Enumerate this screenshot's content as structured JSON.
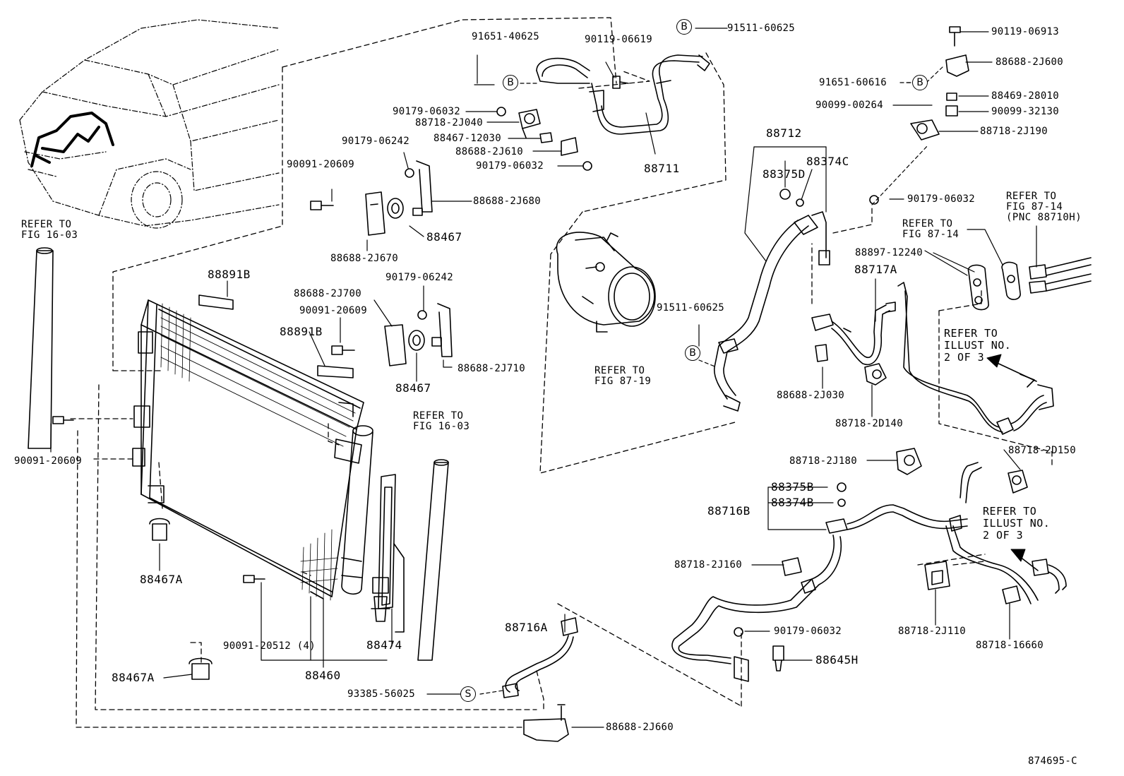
{
  "diagram_code": "874695-C",
  "callout_letters": {
    "b": "B",
    "s": "S"
  },
  "parts": {
    "p91651_40625": "91651-40625",
    "p90119_06619": "90119-06619",
    "p91511_60625_top": "91511-60625",
    "p90119_06913": "90119-06913",
    "p88688_2J600": "88688-2J600",
    "p91651_60616": "91651-60616",
    "p88469_28010": "88469-28010",
    "p90099_00264": "90099-00264",
    "p90099_32130": "90099-32130",
    "p88718_2J190": "88718-2J190",
    "p90179_06032_a": "90179-06032",
    "p88718_2J040": "88718-2J040",
    "p88467_12030": "88467-12030",
    "p88688_2J610": "88688-2J610",
    "p90179_06032_b": "90179-06032",
    "p90179_06242_a": "90179-06242",
    "p88711": "88711",
    "p88712": "88712",
    "p88375D": "88375D",
    "p88374C": "88374C",
    "p90091_20609_a": "90091-20609",
    "p88688_2J680": "88688-2J680",
    "p88467_a": "88467",
    "p88688_2J670": "88688-2J670",
    "p90179_06032_c": "90179-06032",
    "p88891B_a": "88891B",
    "p88897_12240": "88897-12240",
    "p88717A": "88717A",
    "p88688_2J700": "88688-2J700",
    "p90179_06242_b": "90179-06242",
    "p90091_20609_b": "90091-20609",
    "p88891B_b": "88891B",
    "p91511_60625_mid": "91511-60625",
    "p88688_2J710": "88688-2J710",
    "p88467_b": "88467",
    "p88688_2J030": "88688-2J030",
    "p88718_2D140": "88718-2D140",
    "p90091_20609_c": "90091-20609",
    "p88718_2D150": "88718-2D150",
    "p88718_2J180": "88718-2J180",
    "p88375B": "88375B",
    "p88716B": "88716B",
    "p88374B": "88374B",
    "p88467A_a": "88467A",
    "p88718_2J160": "88718-2J160",
    "p90091_20512": "90091-20512 (4)",
    "p88474": "88474",
    "p88716A": "88716A",
    "p90179_06032_d": "90179-06032",
    "p88645H": "88645H",
    "p88718_2J110": "88718-2J110",
    "p88718_16660": "88718-16660",
    "p88460": "88460",
    "p88467A_b": "88467A",
    "p93385_56025": "93385-56025",
    "p88688_2J660": "88688-2J660"
  },
  "refs": {
    "fig16_03_left": "REFER TO\nFIG 16-03",
    "fig16_03_right": "REFER TO\nFIG 16-03",
    "fig87_19": "REFER TO\nFIG 87-19",
    "fig87_14_a": "REFER TO\nFIG 87-14",
    "fig87_14_b": "REFER TO\nFIG 87-14\n(PNC 88710H)",
    "illust2_a": "REFER TO\nILLUST NO.\n2 OF 3",
    "illust2_b": "REFER TO\nILLUST NO.\n2 OF 3"
  }
}
